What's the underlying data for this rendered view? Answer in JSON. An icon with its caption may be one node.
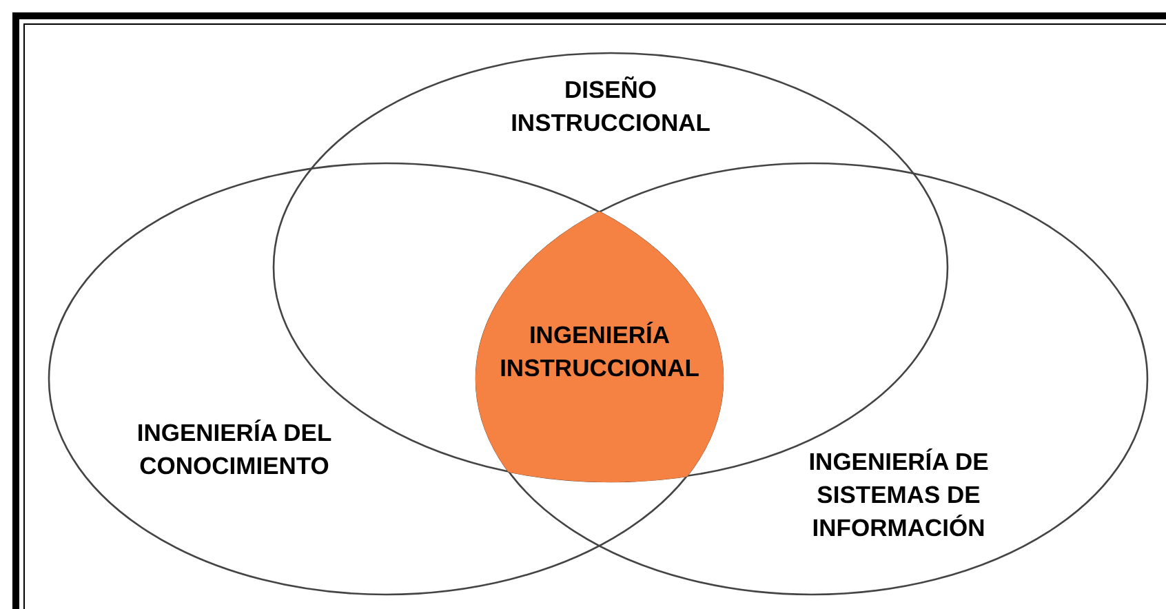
{
  "diagram": {
    "nodes": [
      {
        "text": [
          "DISEÑO INSTRUCCIONAL"
        ]
      },
      {
        "text": [
          "INGENIERÍA DEL CONOCIMIENTO"
        ]
      },
      {
        "text": [
          "INGENIERÍA DE SISTEMAS DE INFORMACIÓN"
        ]
      },
      {
        "text": [
          "INGENIERÍA INSTRUCCIONAL"
        ]
      }
    ]
  }
}
